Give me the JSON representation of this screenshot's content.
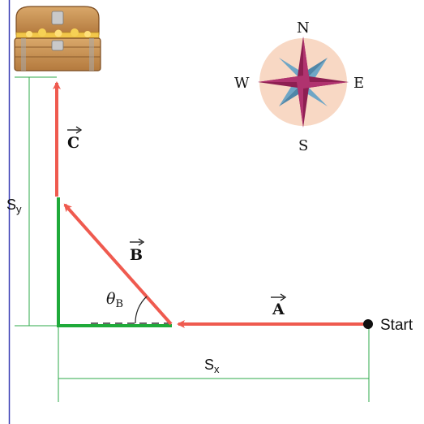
{
  "labels": {
    "vector_a": "A",
    "vector_b": "B",
    "vector_c": "C",
    "angle_b_symbol": "θ",
    "angle_b_subscript": "B",
    "sx_main": "S",
    "sx_sub": "x",
    "sy_main": "S",
    "sy_sub": "y",
    "start": "Start"
  },
  "compass": {
    "north": "N",
    "south": "S",
    "east": "E",
    "west": "W"
  },
  "colors": {
    "vector": "#ef5a4f",
    "component": "#1faa3a",
    "dimension": "#2ea84a",
    "left_rule": "#3b3fb5",
    "compass_disc": "#f8d8c4",
    "compass_star": "#8e1f52",
    "compass_diag": "#6ea6c6"
  },
  "icons": {
    "treasure": "treasure-chest-icon"
  }
}
